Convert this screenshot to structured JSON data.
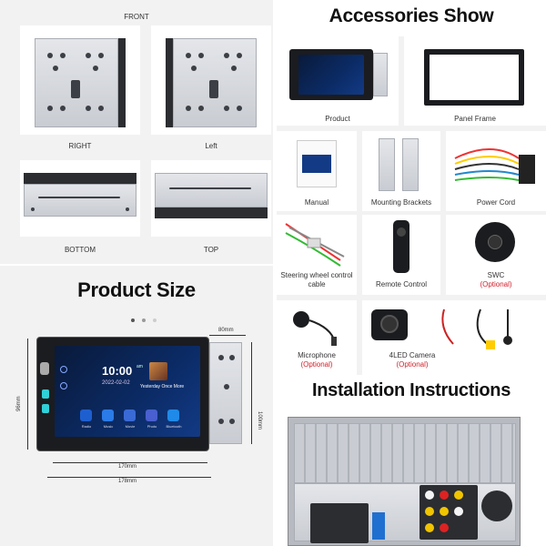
{
  "views": {
    "front": "FRONT",
    "right": "RIGHT",
    "left": "Left",
    "bottom": "BOTTOM",
    "top": "TOP"
  },
  "accessories": {
    "title": "Accessories Show",
    "items": [
      {
        "label": "Product",
        "optional": ""
      },
      {
        "label": "Panel Frame",
        "optional": ""
      },
      {
        "label": "Manual",
        "optional": ""
      },
      {
        "label": "Mounting Brackets",
        "optional": ""
      },
      {
        "label": "Power Cord",
        "optional": ""
      },
      {
        "label": "Steering wheel control cable",
        "optional": ""
      },
      {
        "label": "Remote Control",
        "optional": ""
      },
      {
        "label": "SWC",
        "optional": "(Optional)"
      },
      {
        "label": "Microphone",
        "optional": "(Optional)"
      },
      {
        "label": "4LED Camera",
        "optional": "(Optional)"
      }
    ]
  },
  "product_size": {
    "title": "Product Size",
    "depth": "80mm",
    "height_front": "96mm",
    "height_body": "100mm",
    "width_screen": "170mm",
    "width_total": "178mm",
    "clock": "10:00",
    "date": "2022-02-02",
    "am_pm": "am",
    "song": "Yesterday Once More",
    "apps": [
      "Radio",
      "Music",
      "Movie",
      "Photo",
      "Bluetooth"
    ]
  },
  "installation": {
    "title": "Installation Instructions"
  },
  "colors": {
    "panel_bg": "#f2f2f2",
    "optional_red": "#d0212a",
    "screen_blue": "#0b2b66"
  }
}
